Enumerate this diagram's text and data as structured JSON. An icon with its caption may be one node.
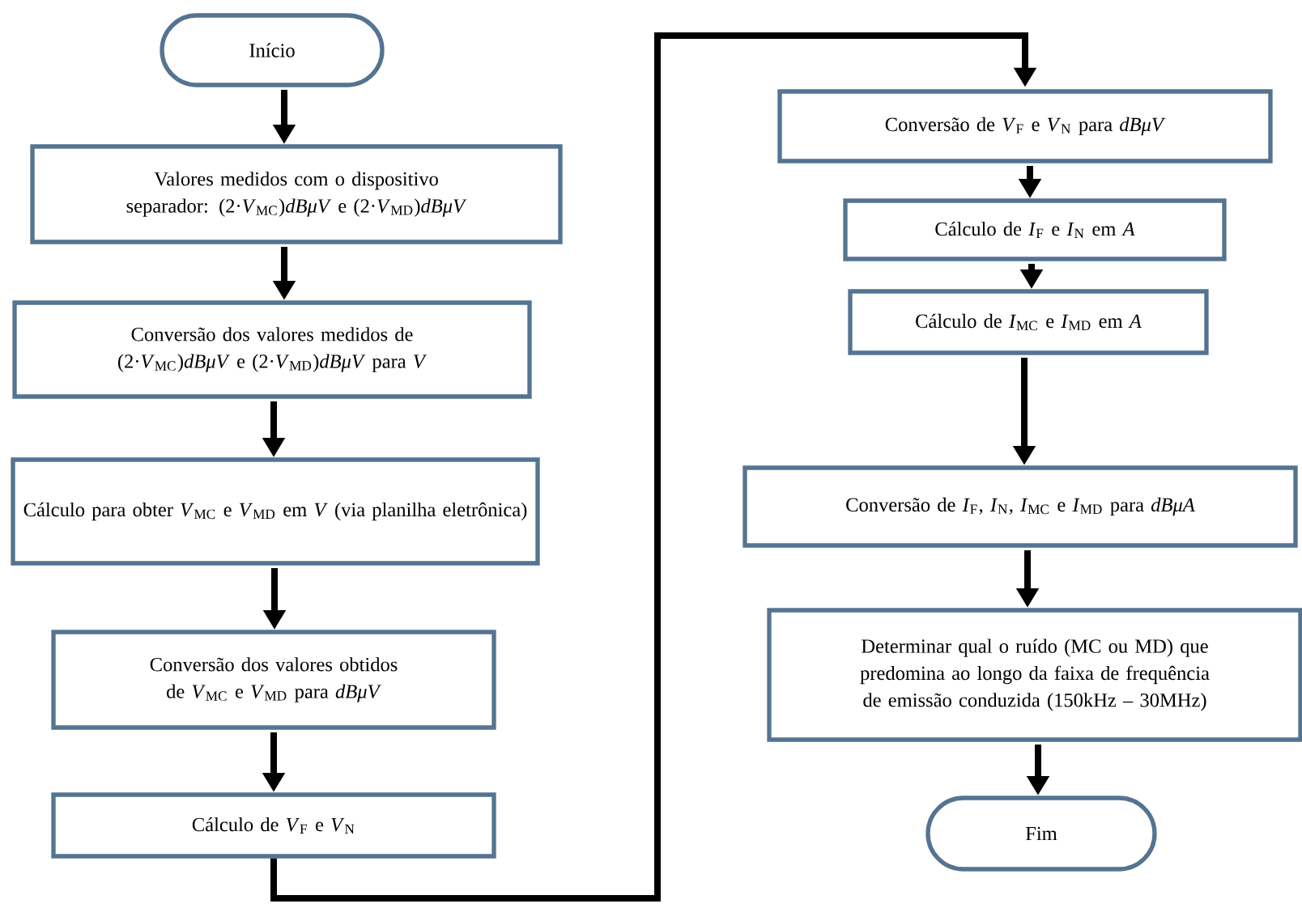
{
  "diagram": {
    "nodes": [
      {
        "text": [
          "Início"
        ]
      },
      {
        "text": [
          "Valores medidos com o dispositivo separador: (2·*V*$_{MC}$)*dBμV* e (2·*V*$_{MD}$)*dBμV*"
        ]
      },
      {
        "text": [
          "Conversão dos valores medidos de (2·*V*$_{MC}$)*dBμV* e (2·*V*$_{MD}$)*dBμV* para *V*"
        ]
      },
      {
        "text": [
          "Cálculo para obter *V*$_{MC}$ e *V*$_{MD}$ em *V* (via planilha eletrônica)"
        ]
      },
      {
        "text": [
          "Conversão dos valores obtidos de *V*$_{MC}$ e *V*$_{MD}$ para *dBμV*"
        ]
      },
      {
        "text": [
          "Cálculo de *V*$_{F}$ e *V*$_{N}$"
        ]
      },
      {
        "text": [
          "Conversão de *V*$_{F}$ e *V*$_{N}$ para *dBμV*"
        ]
      },
      {
        "text": [
          "Cálculo de *I*$_{F}$ e *I*$_{N}$ em *A*"
        ]
      },
      {
        "text": [
          "Cálculo de *I*$_{MC}$ e *I*$_{MD}$ em *A*"
        ]
      },
      {
        "text": [
          "Conversão de *I*$_{F}$, *I*$_{N}$, *I*$_{MC}$ e *I*$_{MD}$ para *dBμA*"
        ]
      },
      {
        "text": [
          "Determinar qual o ruído (MC ou MD) que predomina ao longo da faixa de frequência de emissão conduzida (150kHz – 30MHz)"
        ]
      },
      {
        "text": [
          "Fim"
        ]
      }
    ],
    "edges": [
      {
        "from": 0,
        "to": 1,
        "arrow": "to"
      },
      {
        "from": 1,
        "to": 2,
        "arrow": "to"
      },
      {
        "from": 2,
        "to": 3,
        "arrow": "to"
      },
      {
        "from": 3,
        "to": 4,
        "arrow": "to"
      },
      {
        "from": 4,
        "to": 5,
        "arrow": "to"
      },
      {
        "from": 5,
        "to": 6,
        "arrow": "to"
      },
      {
        "from": 6,
        "to": 7,
        "arrow": "to"
      },
      {
        "from": 7,
        "to": 8,
        "arrow": "to"
      },
      {
        "from": 8,
        "to": 9,
        "arrow": "to"
      },
      {
        "from": 9,
        "to": 10,
        "arrow": "to"
      },
      {
        "from": 10,
        "to": 11,
        "arrow": "to"
      }
    ]
  }
}
